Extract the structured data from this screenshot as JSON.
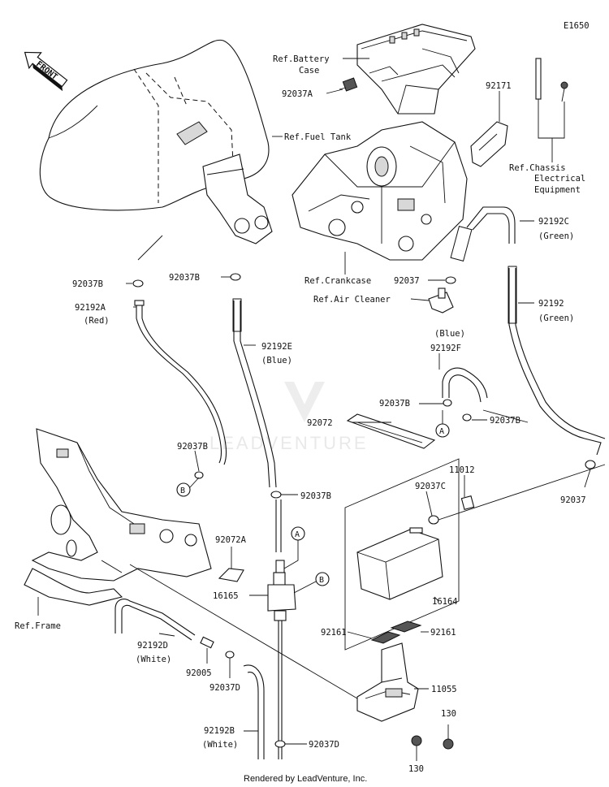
{
  "diagram_code": "E1650",
  "footer": "Rendered by LeadVenture, Inc.",
  "watermark": "LEADVENTURE",
  "front_arrow": "FRONT",
  "labels": {
    "ref_battery_1": "Ref.Battery",
    "ref_battery_2": "Case",
    "p92037A": "92037A",
    "p92171": "92171",
    "ref_fuel_tank": "Ref.Fuel Tank",
    "ref_chassis_1": "Ref.Chassis",
    "ref_chassis_2": "Electrical",
    "ref_chassis_3": "Equipment",
    "p92192C": "92192C",
    "green_1": "(Green)",
    "ref_crankcase": "Ref.Crankcase",
    "p92037_mid": "92037",
    "ref_air_cleaner": "Ref.Air Cleaner",
    "p92192_green": "92192",
    "green_2": "(Green)",
    "p92037B_1": "92037B",
    "p92037B_2": "92037B",
    "p92192A": "92192A",
    "red": "(Red)",
    "p92192E": "92192E",
    "blue_1": "(Blue)",
    "blue_2": "(Blue)",
    "p92192F": "92192F",
    "p92037B_3": "92037B",
    "p92072": "92072",
    "p92037B_4": "92037B",
    "p92037B_5": "92037B",
    "p92037B_6": "92037B",
    "p11012": "11012",
    "p92037C": "92037C",
    "p92037_right": "92037",
    "p92072A": "92072A",
    "p16165": "16165",
    "p16164": "16164",
    "ref_frame": "Ref.Frame",
    "p92192D": "92192D",
    "white_1": "(White)",
    "p92005": "92005",
    "p92037D_1": "92037D",
    "p92161_1": "92161",
    "p92161_2": "92161",
    "p11055": "11055",
    "p130_1": "130",
    "p130_2": "130",
    "p92192B": "92192B",
    "white_2": "(White)",
    "p92037D_2": "92037D",
    "callout_A1": "A",
    "callout_A2": "A",
    "callout_B1": "B",
    "callout_B2": "B"
  }
}
